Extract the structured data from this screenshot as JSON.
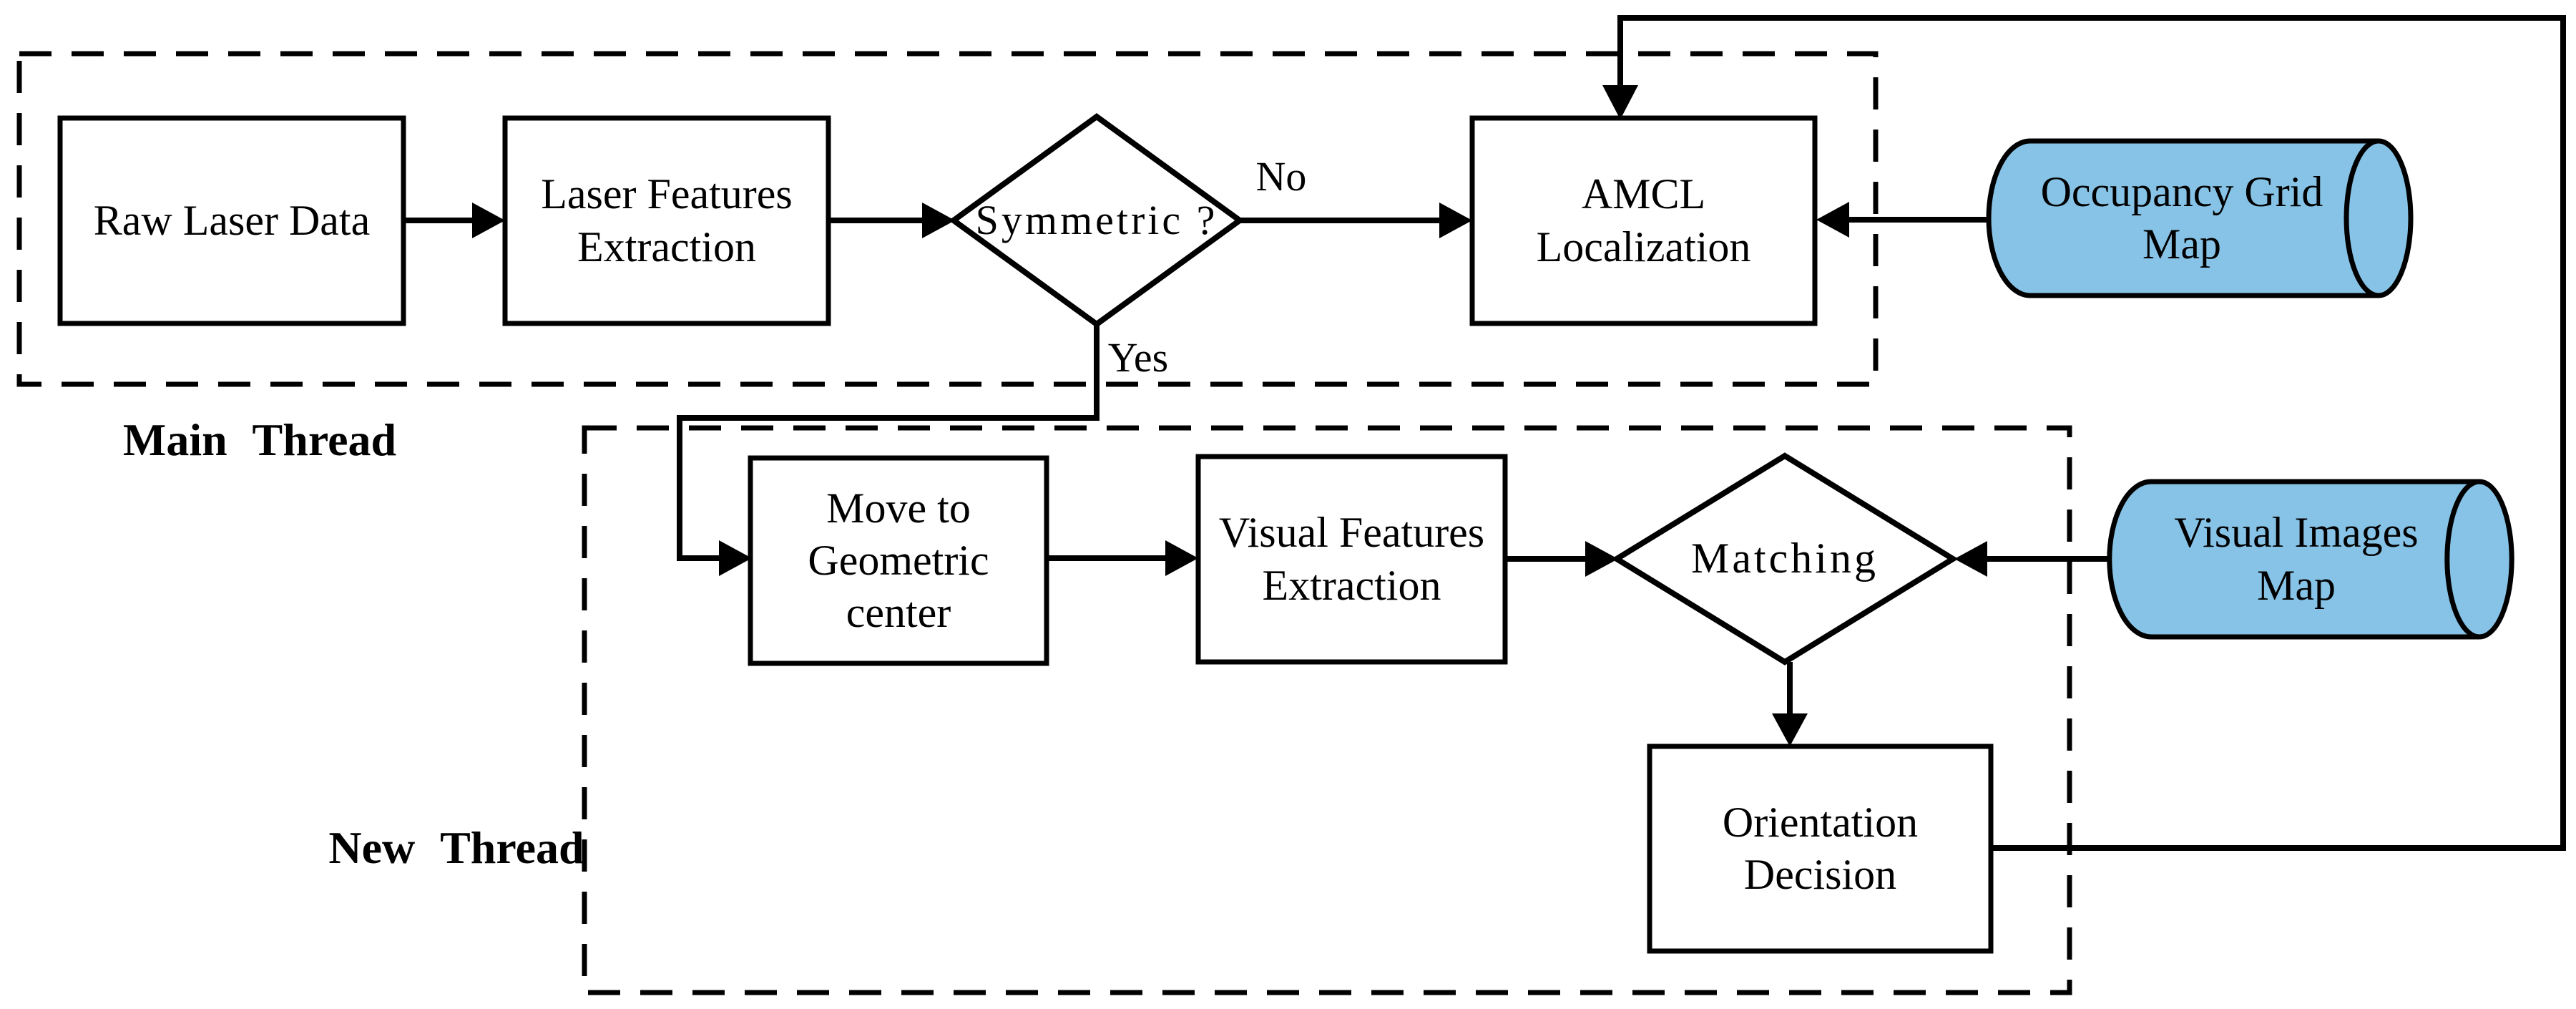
{
  "diagram": {
    "title_labels": {
      "main_thread": "Main Thread",
      "new_thread": "New Thread"
    },
    "nodes": {
      "raw_laser": {
        "label": "Raw Laser Data",
        "type": "process"
      },
      "laser_features": {
        "label": "Laser Features Extraction",
        "type": "process"
      },
      "symmetric": {
        "label": "Symmetric ?",
        "type": "decision"
      },
      "amcl": {
        "label": "AMCL Localization",
        "type": "process"
      },
      "occupancy_map": {
        "label": "Occupancy Grid Map",
        "type": "datastore"
      },
      "move_center": {
        "label": "Move to Geometric center",
        "type": "process"
      },
      "visual_features": {
        "label": "Visual Features Extraction",
        "type": "process"
      },
      "matching": {
        "label": "Matching",
        "type": "decision"
      },
      "visual_map": {
        "label": "Visual Images Map",
        "type": "datastore"
      },
      "orientation": {
        "label": "Orientation Decision",
        "type": "process"
      }
    },
    "edge_labels": {
      "no": "No",
      "yes": "Yes"
    },
    "colors": {
      "datastore_fill": "#87C3E6",
      "line": "#000000",
      "background": "#FFFFFF"
    }
  }
}
